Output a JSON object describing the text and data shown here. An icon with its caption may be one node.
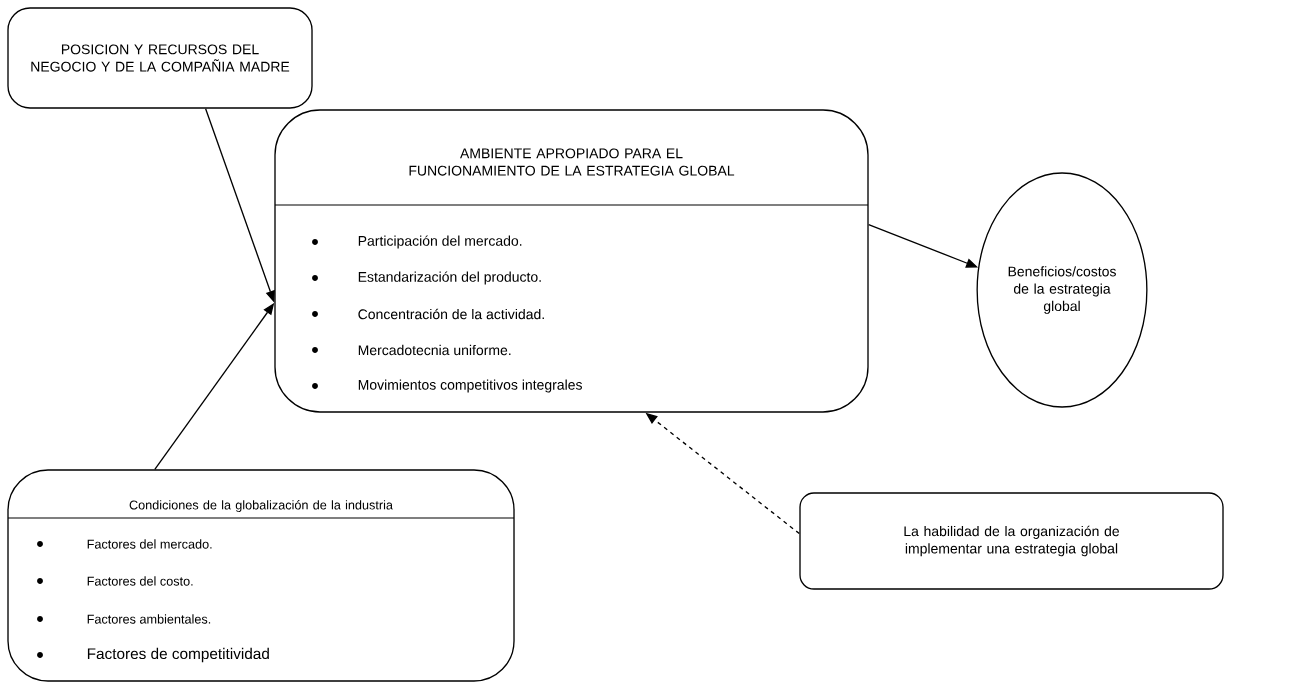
{
  "diagram": {
    "nodes": [
      {
        "text": [
          "POSICION Y RECURSOS DEL NEGOCIO Y DE LA COMPAÑIA MADRE"
        ]
      },
      {
        "text": [
          "AMBIENTE APROPIADO PARA EL FUNCIONAMIENTO DE LA ESTRATEGIA GLOBAL",
          "Participación del mercado.",
          "Estandarización del producto.",
          "Concentración de la actividad.",
          "Mercadotecnia uniforme.",
          "Movimientos competitivos integrales"
        ]
      },
      {
        "text": [
          "Beneficios/costos de la estrategia global"
        ]
      },
      {
        "text": [
          "Condiciones de la globalización de la industria",
          "Factores del mercado.",
          "Factores del costo.",
          "Factores ambientales.",
          "Factores de competitividad"
        ]
      },
      {
        "text": [
          "La habilidad de la organización de implementar una estrategia global"
        ]
      }
    ],
    "edges": [
      {
        "from": 0,
        "to": 1,
        "arrow": "to"
      },
      {
        "from": 3,
        "to": 1,
        "arrow": "to"
      },
      {
        "from": 1,
        "to": 2,
        "arrow": "to"
      },
      {
        "from": 4,
        "to": 1,
        "arrow": "to",
        "style": "dashed"
      }
    ]
  }
}
